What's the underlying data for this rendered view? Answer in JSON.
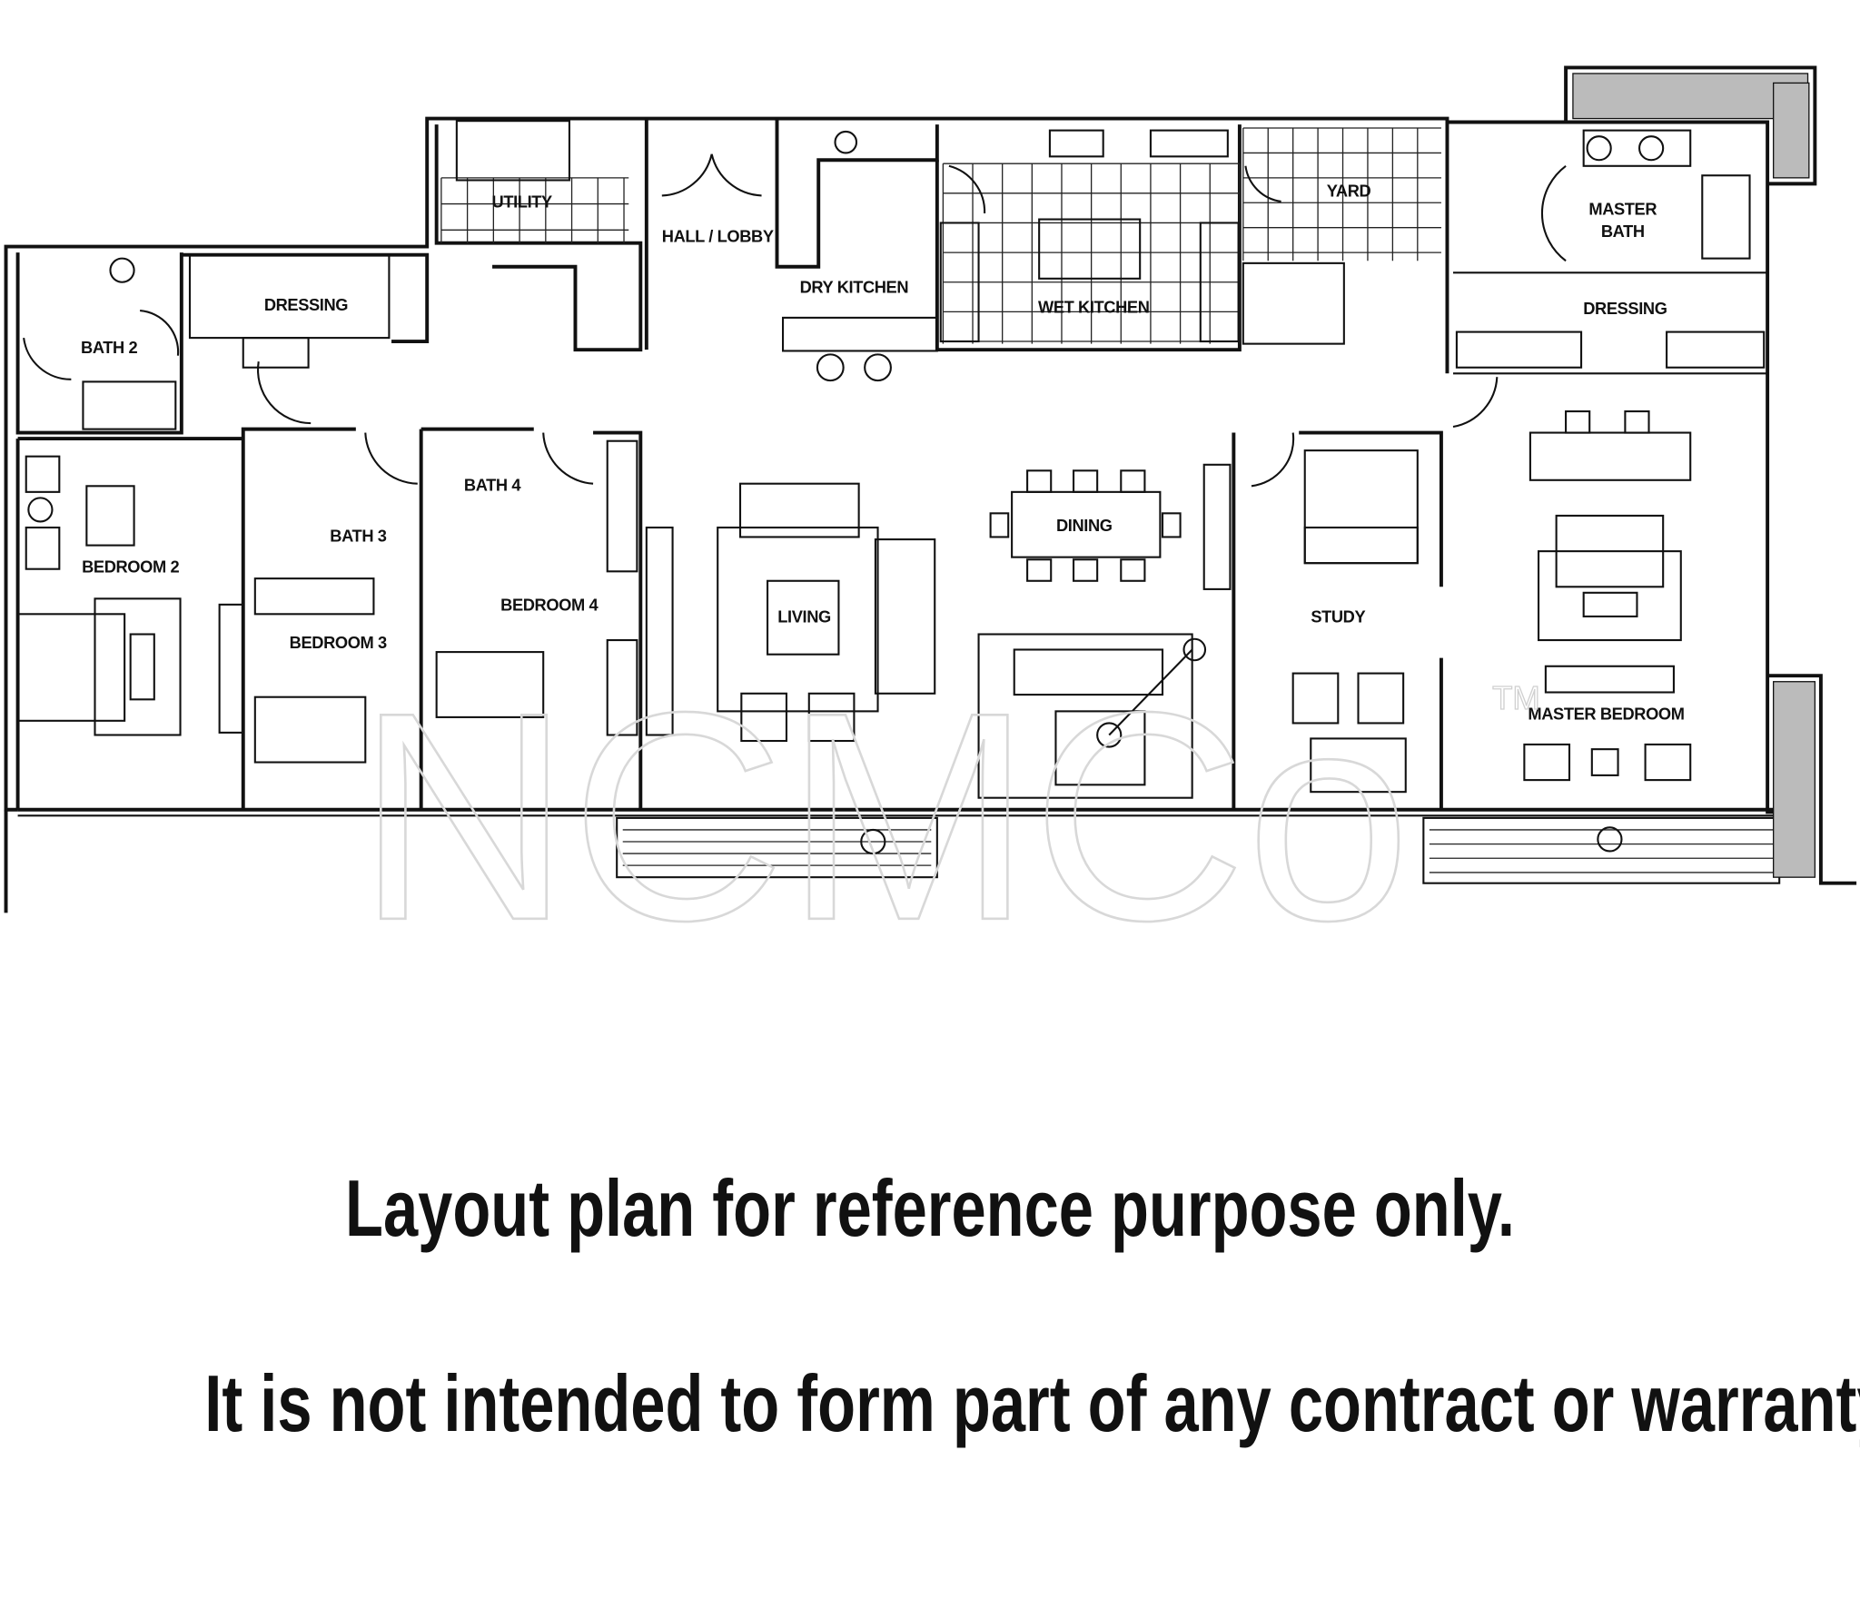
{
  "rooms": {
    "bath2": "BATH 2",
    "dressing_left": "DRESSING",
    "utility": "UTILITY",
    "hall_lobby": "HALL / LOBBY",
    "dry_kitchen": "DRY KITCHEN",
    "wet_kitchen": "WET KITCHEN",
    "yard": "YARD",
    "master_bath_1": "MASTER",
    "master_bath_2": "BATH",
    "dressing_right": "DRESSING",
    "bedroom2": "BEDROOM 2",
    "bath3": "BATH 3",
    "bath4": "BATH 4",
    "bedroom3": "BEDROOM 3",
    "bedroom4": "BEDROOM 4",
    "living": "LIVING",
    "dining": "DINING",
    "study": "STUDY",
    "master_bedroom": "MASTER BEDROOM"
  },
  "watermark": {
    "text": "NCMCo",
    "tm": "TM"
  },
  "notes": {
    "line1": "Layout plan for reference purpose only.",
    "line2": "It is not intended to form part of any contract or warranty."
  }
}
